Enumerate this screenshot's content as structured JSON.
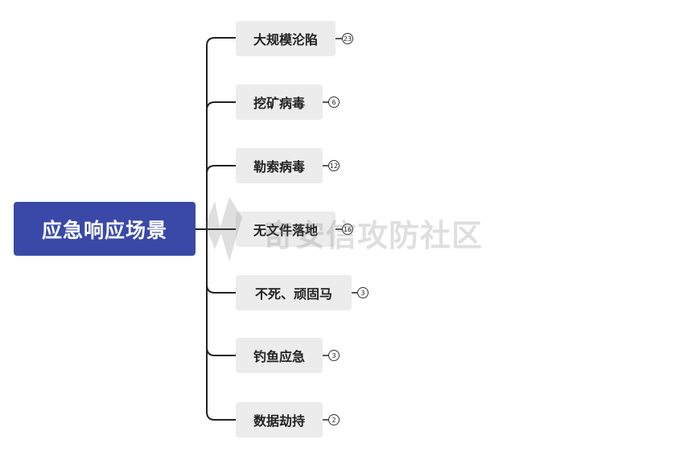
{
  "root": {
    "label": "应急响应场景"
  },
  "branches": [
    {
      "label": "大规模沦陷",
      "count": "23"
    },
    {
      "label": "挖矿病毒",
      "count": "6"
    },
    {
      "label": "勒索病毒",
      "count": "12"
    },
    {
      "label": "无文件落地",
      "count": "16"
    },
    {
      "label": "不死、顽固马",
      "count": "3"
    },
    {
      "label": "钓鱼应急",
      "count": "3"
    },
    {
      "label": "数据劫持",
      "count": "2"
    }
  ],
  "watermark": {
    "text": "奇安信攻防社区"
  },
  "colors": {
    "root": "#3a49a8",
    "node": "#ececec",
    "connector": "#222222"
  }
}
